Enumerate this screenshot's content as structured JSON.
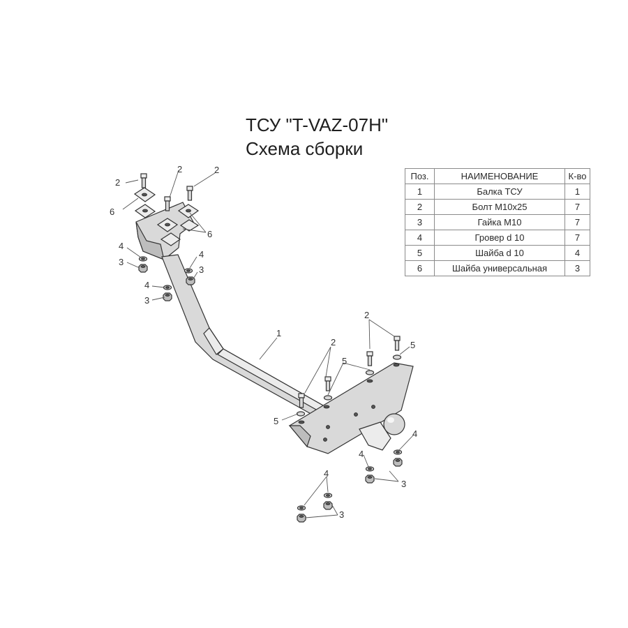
{
  "title": {
    "line1": "ТСУ \"T-VAZ-07H\"",
    "line2": "Схема сборки"
  },
  "parts_table": {
    "headers": [
      "Поз.",
      "НАИМЕНОВАНИЕ",
      "К-во"
    ],
    "rows": [
      {
        "pos": "1",
        "name": "Балка ТСУ",
        "qty": "1"
      },
      {
        "pos": "2",
        "name": "Болт М10х25",
        "qty": "7"
      },
      {
        "pos": "3",
        "name": "Гайка М10",
        "qty": "7"
      },
      {
        "pos": "4",
        "name": "Гровер d 10",
        "qty": "7"
      },
      {
        "pos": "5",
        "name": "Шайба d 10",
        "qty": "4"
      },
      {
        "pos": "6",
        "name": "Шайба универсальная",
        "qty": "3"
      }
    ]
  },
  "callouts": {
    "beam": "1",
    "bolt": "2",
    "nut": "3",
    "lock_washer": "4",
    "washer": "5",
    "universal_washer": "6"
  }
}
